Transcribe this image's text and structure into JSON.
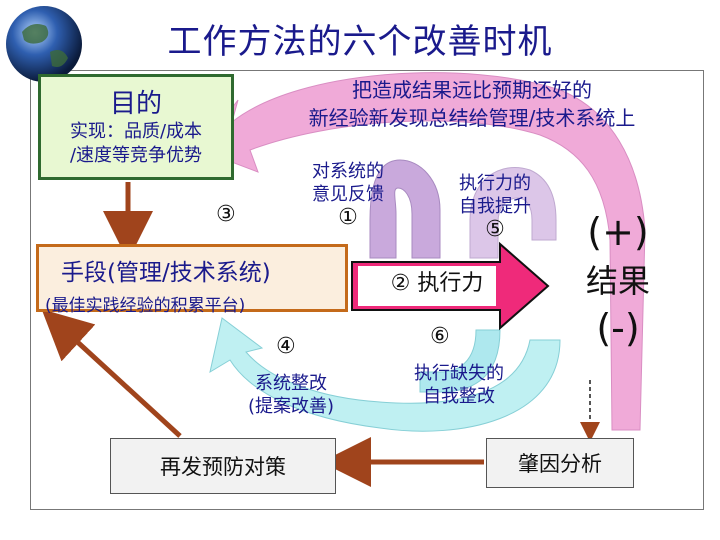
{
  "title": "工作方法的六个改善时机",
  "purpose": {
    "heading": "目的",
    "line1": "实现：品质/成本",
    "line2": "/速度等竞争优势"
  },
  "top_label": {
    "line1": "把造成结果远比预期还好的",
    "line2": "新经验新发现总结给管理/技术系统上"
  },
  "means": {
    "line1": "手段(管理/技术系统)",
    "line2": "(最佳实践经验的积累平台)"
  },
  "feedback": {
    "line1": "对系统的",
    "line2": "意见反馈",
    "num": "①"
  },
  "self_improve": {
    "line1": "执行力的",
    "line2": "自我提升",
    "num": "⑤"
  },
  "execution": {
    "label": "② 执行力"
  },
  "num3": "③",
  "num4": "④",
  "num6": "⑥",
  "rectify": {
    "line1": "系统整改",
    "line2": "(提案改善)"
  },
  "self_rectify": {
    "line1": "执行缺失的",
    "line2": "自我整改"
  },
  "result": {
    "plus": "(+)",
    "word": "结果",
    "minus": "(-)"
  },
  "recurrence": "再发预防对策",
  "cause_analysis": "肇因分析",
  "colors": {
    "title": "#1a1a8c",
    "pink_arrow": "#f0a6d6",
    "lavender_arrow": "#c9a9dc",
    "cyan_arrow": "#bff0f2",
    "brown_arrow": "#a0441c",
    "exec_arrow": "#ef2a7a"
  }
}
